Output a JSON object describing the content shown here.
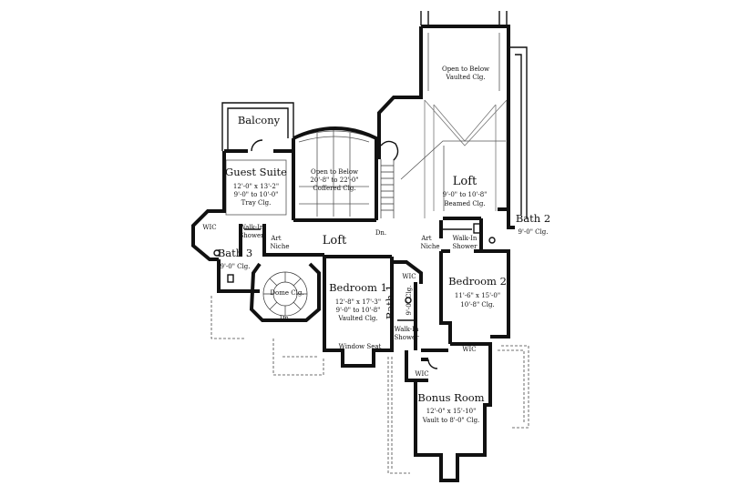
{
  "rooms": {
    "balcony": {
      "name": "Balcony"
    },
    "open_below_left": {
      "line1": "Open to Below",
      "line2": "20'-8\" to 22'-0\"",
      "line3": "Coffered Clg."
    },
    "open_below_right": {
      "line1": "Open to Below",
      "line2": "Vaulted Clg."
    },
    "guest_suite": {
      "name": "Guest Suite",
      "dims": "12'-0\" x 13'-2\"",
      "ceiling1": "9'-0\" to 10'-0\"",
      "ceiling2": "Tray Clg."
    },
    "loft_upper": {
      "name": "Loft",
      "ceiling1": "9'-0\" to 10'-8\"",
      "ceiling2": "Beamed Clg."
    },
    "loft_main": {
      "name": "Loft"
    },
    "bath_2": {
      "name": "Bath 2",
      "ceiling": "9'-0\" Clg."
    },
    "bath_3": {
      "name": "Bath 3",
      "ceiling": "9'-0\" Clg."
    },
    "bath_1": {
      "name": "Bath 1",
      "ceiling": "9'-0\" Clg."
    },
    "bedroom_1": {
      "name": "Bedroom 1",
      "dims": "12'-8\" x 17'-3\"",
      "ceiling1": "9'-0\" to 10'-8\"",
      "ceiling2": "Vaulted Clg.",
      "window": "Window Seat"
    },
    "bedroom_2": {
      "name": "Bedroom 2",
      "dims": "11'-6\" x 15'-0\"",
      "ceiling": "10'-8\" Clg."
    },
    "bonus_room": {
      "name": "Bonus Room",
      "dims": "12'-0\" x 15'-10\"",
      "ceiling": "Vault to 8'-0\" Clg."
    },
    "dome": {
      "label": "Dome Clg.",
      "dn": "Dn."
    }
  },
  "labels": {
    "wic": "WIC",
    "walk_in": "Walk-In",
    "shower": "Shower",
    "art": "Art",
    "niche": "Niche",
    "dn": "Dn."
  }
}
